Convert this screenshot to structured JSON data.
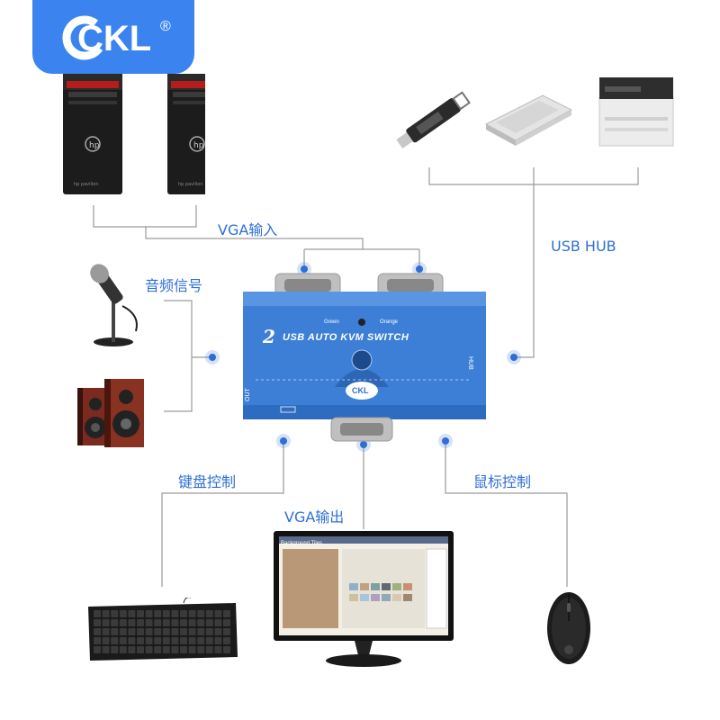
{
  "brand": {
    "logo_text": "CKL",
    "registered_mark": "®",
    "logo_color": "#3b84f0"
  },
  "labels": {
    "vga_in": "VGA输入",
    "audio": "音频信号",
    "usb_hub": "USB HUB",
    "keyboard": "键盘控制",
    "vga_out": "VGA输出",
    "mouse": "鼠标控制"
  },
  "device": {
    "model_label": "USB AUTO KVM SWITCH",
    "model_number": "2",
    "led_green": "Green",
    "led_orange": "Orange",
    "port_label_hub": "HUB",
    "port_label_out": "OUT",
    "badge_text": "CKL",
    "body_color": "#3d7fd6"
  },
  "pc_brand": "hp",
  "pc_model_text": "hp pavilion",
  "monitor": {
    "window_title": "Background Tiles"
  },
  "colors": {
    "line": "#8a8a8a",
    "dot": "#2f6fd6",
    "label": "#2f6fd6"
  }
}
